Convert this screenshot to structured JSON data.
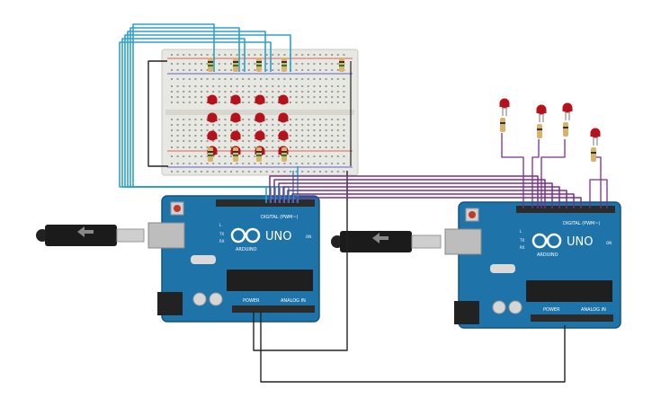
{
  "boards": [
    {
      "name": "UNO",
      "brand": "ARDUINO",
      "digital_label": "DIGITAL (PWM~)",
      "power_label": "POWER",
      "analog_label": "ANALOG IN",
      "on_label": "ON",
      "tx_label": "TX",
      "rx_label": "RX",
      "l_label": "L"
    },
    {
      "name": "UNO",
      "brand": "ARDUINO",
      "digital_label": "DIGITAL (PWM~)",
      "power_label": "POWER",
      "analog_label": "ANALOG IN",
      "on_label": "ON",
      "tx_label": "TX",
      "rx_label": "RX",
      "l_label": "L"
    }
  ],
  "colors": {
    "board": "#1e73a8",
    "board_edge": "#15557f",
    "breadboard": "#e8e8e2",
    "led": "#b5121b",
    "wire_blue": "#2ea1c9",
    "wire_purple": "#7b2d8e",
    "wire_black": "#222222",
    "resistor": "#d9b36b"
  },
  "icons": {
    "usb_cable": "usb-cable-icon",
    "infinity_logo": "arduino-logo-icon"
  }
}
